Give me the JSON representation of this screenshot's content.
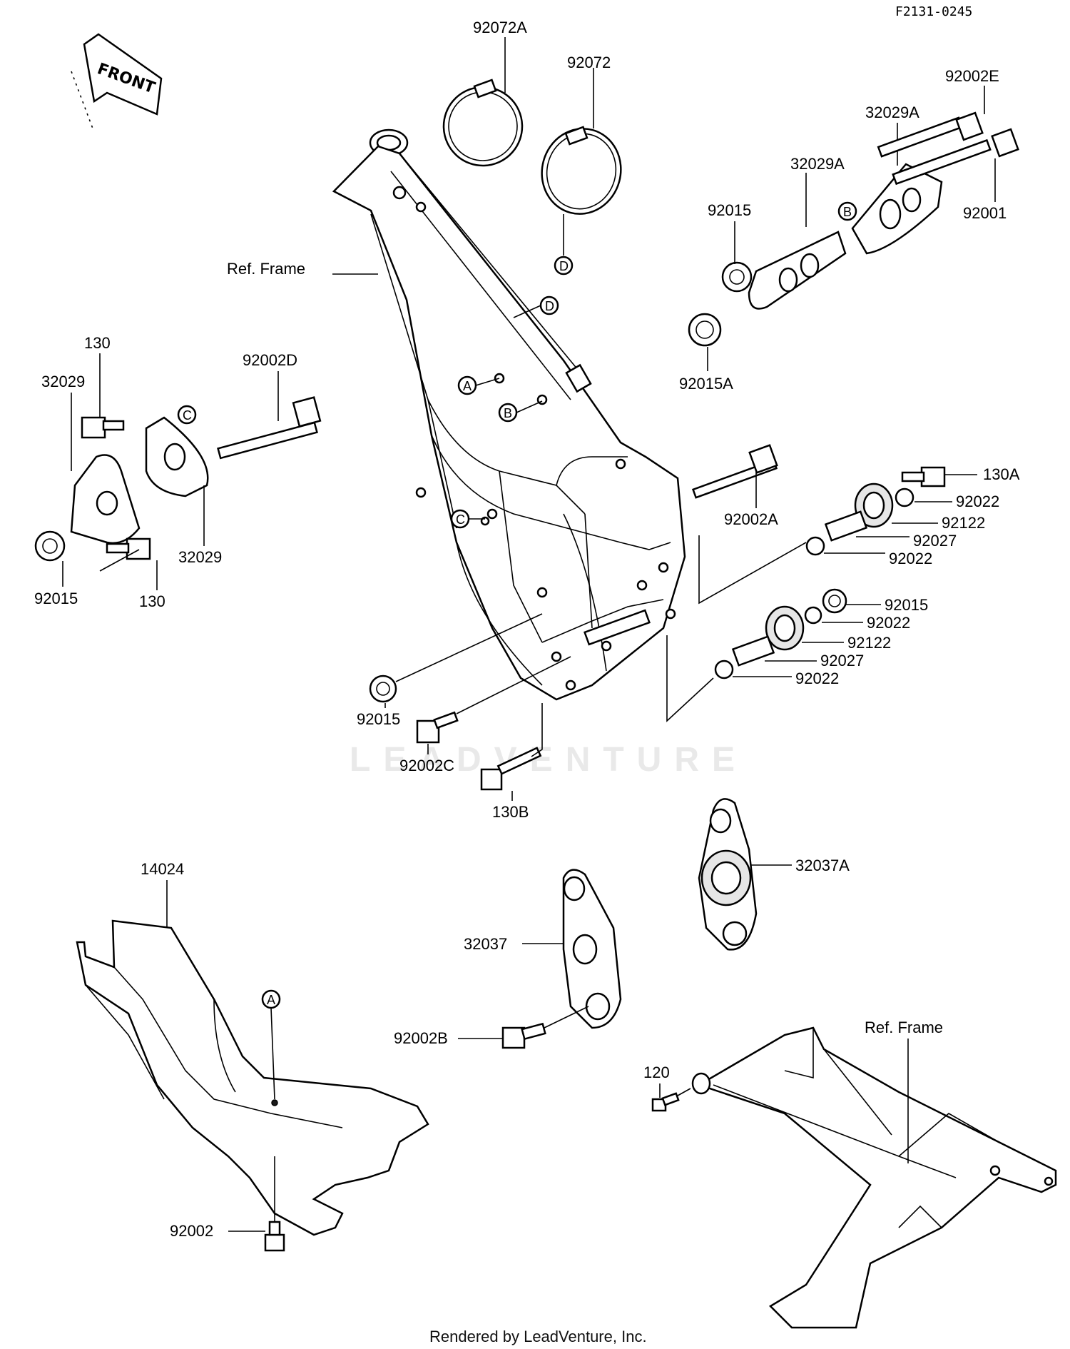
{
  "diagram_code": "F2131-0245",
  "front_arrow_label": "FRONT",
  "watermark_text": "LEADVENTURE",
  "footer_text": "Rendered by LeadVenture, Inc.",
  "labels": {
    "p92072A": "92072A",
    "p92072": "92072",
    "p92002E": "92002E",
    "p32029A_1": "32029A",
    "p32029A_2": "32029A",
    "p92015_r": "92015",
    "p92001": "92001",
    "refframe1": "Ref. Frame",
    "p92015A": "92015A",
    "p130_a": "130",
    "p92002D": "92002D",
    "p32029_a": "32029",
    "p32029_b": "32029",
    "p92015_l": "92015",
    "p130_b": "130",
    "p130A": "130A",
    "p92022_1": "92022",
    "p92002A": "92002A",
    "p92122_1": "92122",
    "p92027_1": "92027",
    "p92022_2": "92022",
    "p92015_m": "92015",
    "p92022_3": "92022",
    "p92122_2": "92122",
    "p92027_2": "92027",
    "p92022_4": "92022",
    "p92015_b": "92015",
    "p92002C": "92002C",
    "p130B": "130B",
    "p14024": "14024",
    "p32037A": "32037A",
    "p32037": "32037",
    "p92002B": "92002B",
    "refframe2": "Ref. Frame",
    "p120": "120",
    "p92002": "92002"
  },
  "callouts": {
    "A1": "A",
    "A2": "A",
    "B1": "B",
    "B2": "B",
    "C1": "C",
    "C2": "C",
    "D1": "D",
    "D2": "D"
  }
}
